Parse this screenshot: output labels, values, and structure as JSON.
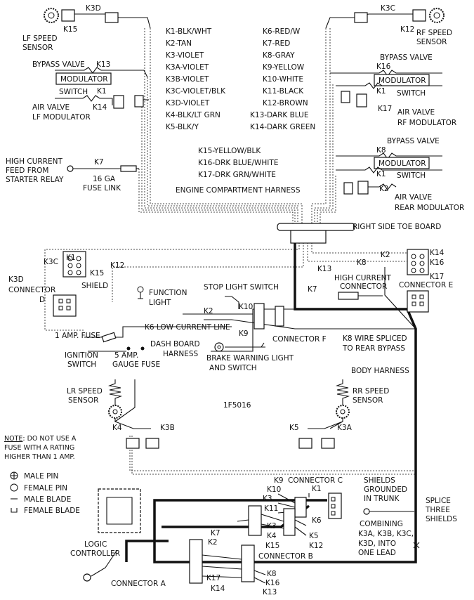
{
  "sensors": {
    "lf": {
      "ref": "K3D",
      "pin": "K15",
      "line1": "LF SPEED",
      "line2": "SENSOR"
    },
    "rf": {
      "ref": "K3C",
      "pin": "K12",
      "line1": "RF SPEED",
      "line2": "SENSOR"
    },
    "lr": {
      "line1": "LR SPEED",
      "line2": "SENSOR",
      "pins": [
        "K4",
        "K3B"
      ]
    },
    "rr": {
      "line1": "RR SPEED",
      "line2": "SENSOR",
      "pins": [
        "K5",
        "K3A"
      ]
    }
  },
  "lf_modulator": {
    "bypass": "BYPASS VALVE",
    "k13": "K13",
    "modulator": "MODULATOR",
    "switch": "SWITCH",
    "k1": "K1",
    "air_valve": "AIR VALVE",
    "k14": "K14",
    "lf_modulator": "LF MODULATOR"
  },
  "rf_modulator": {
    "bypass": "BYPASS VALVE",
    "k16": "K16",
    "modulator": "MODULATOR",
    "k1": "K1",
    "switch": "SWITCH",
    "k17": "K17",
    "air_valve": "AIR VALVE",
    "rf_modulator": "RF MODULATOR"
  },
  "rear_modulator": {
    "bypass": "BYPASS VALVE",
    "k8": "K8",
    "modulator": "MODULATOR",
    "k1": "K1",
    "switch": "SWITCH",
    "k2": "K2",
    "air_valve": "AIR VALVE",
    "rear_modulator": "REAR MODULATOR"
  },
  "wire_colors_left": [
    "K1-BLK/WHT",
    "K2-TAN",
    "K3-VIOLET",
    "K3A-VIOLET",
    "K3B-VIOLET",
    "K3C-VIOLET/BLK",
    "K3D-VIOLET",
    "K4-BLK/LT GRN",
    "K5-BLK/Y"
  ],
  "wire_colors_right": [
    "K6-RED/W",
    "K7-RED",
    "K8-GRAY",
    "K9-YELLOW",
    "K10-WHITE",
    "K11-BLACK",
    "K12-BROWN",
    "K13-DARK BLUE",
    "K14-DARK GREEN"
  ],
  "wire_colors_bottom": [
    "K15-YELLOW/BLK",
    "K16-DRK BLUE/WHITE",
    "K17-DRK GRN/WHITE"
  ],
  "high_current_feed": {
    "line1": "HIGH CURRENT",
    "line2": "FEED FROM",
    "line3": "STARTER RELAY",
    "k7": "K7",
    "fuse1": "16 GA",
    "fuse2": "FUSE LINK"
  },
  "harness": {
    "engine_compartment": "ENGINE COMPARTMENT HARNESS",
    "toe_board": "RIGHT SIDE TOE BOARD",
    "dash_board1": "DASH BOARD",
    "dash_board2": "HARNESS",
    "body": "BODY HARNESS"
  },
  "connector_d": {
    "k3c": "K3C",
    "k1": "K1",
    "k15": "K15",
    "k3d": "K3D",
    "shield": "SHIELD",
    "k12": "K12",
    "label1": "CONNECTOR",
    "label2": "D"
  },
  "connector_e": {
    "k2": "K2",
    "k14": "K14",
    "k16": "K16",
    "k8": "K8",
    "k13": "K13",
    "k17": "K17",
    "label": "CONNECTOR E"
  },
  "middle": {
    "function_light1": "FUNCTION",
    "function_light2": "LIGHT",
    "stop_light": "STOP LIGHT SWITCH",
    "k2": "K2",
    "k10": "K10",
    "k7": "K7",
    "high_current_connector1": "HIGH CURRENT",
    "high_current_connector2": "CONNECTOR",
    "k6_line": "K6 LOW CURRENT LINE",
    "k9": "K9",
    "connector_f": "CONNECTOR F",
    "one_amp_fuse": "1 AMP. FUSE",
    "ignition1": "IGNITION",
    "ignition2": "SWITCH",
    "gauge1": "5 AMP.",
    "gauge2": "GAUGE FUSE",
    "brake1": "BRAKE WARNING LIGHT",
    "brake2": "AND SWITCH",
    "k8_splice1": "K8 WIRE SPLICED",
    "k8_splice2": "TO REAR BYPASS"
  },
  "part_number": "1F5016",
  "note": {
    "prefix": "NOTE",
    "line1": ": DO NOT USE A",
    "line2": "FUSE WITH A  RATING",
    "line3": "HIGHER THAN 1 AMP."
  },
  "legend": [
    {
      "symbol": "male-pin-icon",
      "label": "MALE PIN"
    },
    {
      "symbol": "female-pin-icon",
      "label": "FEMALE PIN"
    },
    {
      "symbol": "male-blade-icon",
      "label": "MALE BLADE"
    },
    {
      "symbol": "female-blade-icon",
      "label": "FEMALE BLADE"
    }
  ],
  "logic_controller": {
    "line1": "LOGIC",
    "line2": "CONTROLLER"
  },
  "connector_c": {
    "k9": "K9",
    "label": "CONNECTOR C",
    "k10": "K10",
    "k1": "K1",
    "k3": "K3",
    "k11": "K11",
    "k6": "K6"
  },
  "connector_b": {
    "k7": "K7",
    "k2": "K2",
    "k3": "K3",
    "k4": "K4",
    "k5": "K5",
    "k15": "K15",
    "k12": "K12",
    "label": "CONNECTOR B"
  },
  "connector_a": {
    "k17": "K17",
    "k14": "K14",
    "k8": "K8",
    "k16": "K16",
    "k13": "K13",
    "label": "CONNECTOR A"
  },
  "shields": {
    "grounded1": "SHIELDS",
    "grounded2": "GROUNDED",
    "grounded3": "IN TRUNK",
    "splice1": "SPLICE",
    "splice2": "THREE",
    "splice3": "SHIELDS",
    "combining1": "COMBINING",
    "combining2": "K3A, K3B, K3C,",
    "combining3": "K3D, INTO",
    "combining4": "ONE LEAD"
  }
}
